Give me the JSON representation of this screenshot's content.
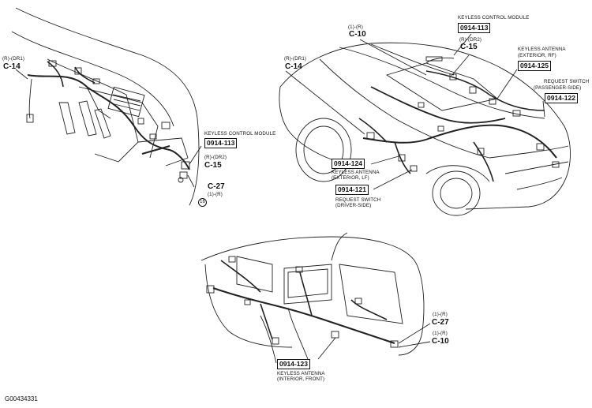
{
  "figure_id": "G00434331",
  "left_view": {
    "c14_pin": "(R)-(DR1)",
    "c14": "C-14",
    "module_title": "KEYLESS CONTROL MODULE",
    "module_code": "0914-113",
    "c15_pin": "(R)-(DR2)",
    "c15": "C-15",
    "c27": "C-27",
    "c27_pin": "(1)-(R)",
    "pin_marker": "16"
  },
  "right_view": {
    "c10_pin": "(1)-(R)",
    "c10": "C-10",
    "module_title": "KEYLESS CONTROL MODULE",
    "module_code": "0914-113",
    "c15_pin": "(R)-(DR2)",
    "c15": "C-15",
    "c14_pin": "(R)-(DR1)",
    "c14": "C-14",
    "antenna_rf_title_1": "KEYLESS ANTENNA",
    "antenna_rf_title_2": "(EXTERIOR, RF)",
    "antenna_rf_code": "0914-125",
    "switch_pass_title_1": "REQUEST SWITCH",
    "switch_pass_title_2": "(PASSENGER-SIDE)",
    "switch_pass_code": "0914-122",
    "antenna_lf_code": "0914-124",
    "antenna_lf_title_1": "KEYLESS ANTENNA",
    "antenna_lf_title_2": "(EXTERIOR, LF)",
    "switch_drv_code": "0914-121",
    "switch_drv_title_1": "REQUEST SWITCH",
    "switch_drv_title_2": "(DRIVER-SIDE)"
  },
  "bottom_view": {
    "c27_pin": "(1)-(R)",
    "c27": "C-27",
    "c10_pin": "(1)-(R)",
    "c10": "C-10",
    "antenna_int_code": "0914-123",
    "antenna_int_title_1": "KEYLESS ANTENNA",
    "antenna_int_title_2": "(INTERIOR, FRONT)"
  }
}
